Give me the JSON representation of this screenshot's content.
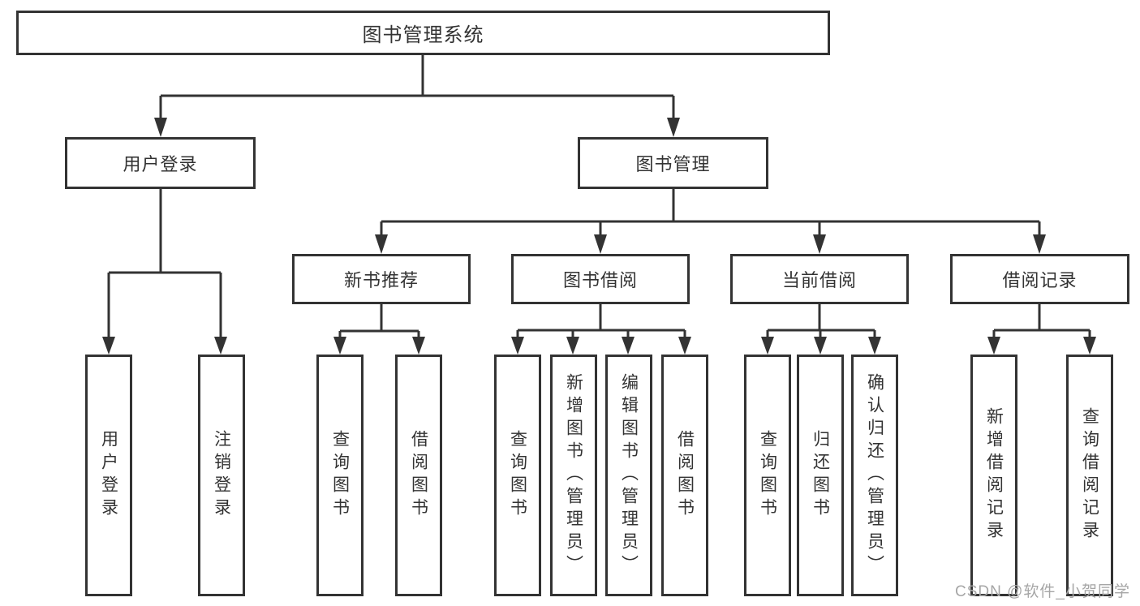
{
  "tree": {
    "label": "图书管理系统",
    "children": [
      {
        "label": "用户登录",
        "children": [
          {
            "label": "用户登录"
          },
          {
            "label": "注销登录"
          }
        ]
      },
      {
        "label": "图书管理",
        "children": [
          {
            "label": "新书推荐",
            "children": [
              {
                "label": "查询图书"
              },
              {
                "label": "借阅图书"
              }
            ]
          },
          {
            "label": "图书借阅",
            "children": [
              {
                "label": "查询图书"
              },
              {
                "label": "新增图书（管理员）"
              },
              {
                "label": "编辑图书（管理员）"
              },
              {
                "label": "借阅图书"
              }
            ]
          },
          {
            "label": "当前借阅",
            "children": [
              {
                "label": "查询图书"
              },
              {
                "label": "归还图书"
              },
              {
                "label": "确认归还（管理员）"
              }
            ]
          },
          {
            "label": "借阅记录",
            "children": [
              {
                "label": "新增借阅记录"
              },
              {
                "label": "查询借阅记录"
              }
            ]
          }
        ]
      }
    ]
  },
  "watermark": {
    "text": "CSDN @软件_小贺同学"
  },
  "colors": {
    "line": "#333333",
    "box_border": "#333333",
    "box_background": "#ffffff",
    "text": "#333333",
    "watermark": "#a6a6a6",
    "background": "#ffffff"
  }
}
